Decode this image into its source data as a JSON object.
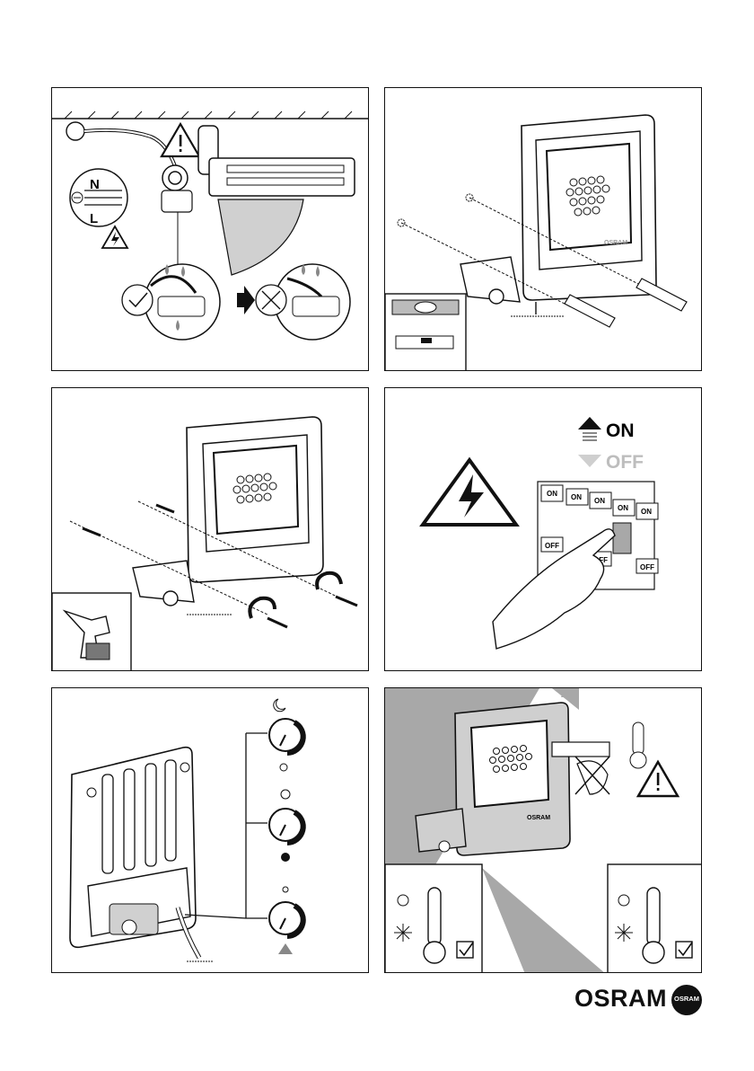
{
  "panel1": {
    "neutral_label": "N",
    "live_label": "L"
  },
  "panel4": {
    "on_label": "ON",
    "off_label": "OFF",
    "switch_on": "ON",
    "switch_off": "OFF"
  },
  "brand": {
    "name": "OSRAM",
    "mark": "OSRAM",
    "lamp_label": "OSRAM"
  },
  "colors": {
    "line": "#111111",
    "panel_gray": "#cfcfcf",
    "light_gray": "#e6e6e6",
    "shadow_gray": "#a8a8a8",
    "text_off": "#bdbdbd"
  },
  "icons": [
    "warning-triangle-icon",
    "electric-hazard-icon",
    "checkmark-circle-icon",
    "cross-circle-icon",
    "arrow-right-icon",
    "ground-icon",
    "spirit-level-icon",
    "drill-icon",
    "screw-rotate-icon",
    "moon-icon",
    "sun-icon",
    "timer-icon",
    "sensor-icon",
    "thermometer-icon",
    "snowflake-icon",
    "checkbox-icon"
  ]
}
